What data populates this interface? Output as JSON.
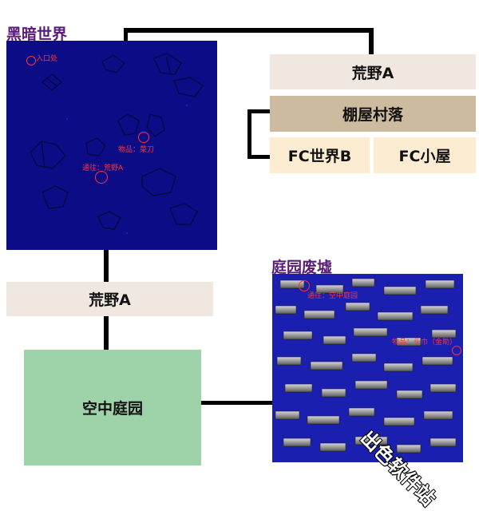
{
  "dark_world": {
    "title": "黑暗世界",
    "labels": {
      "entrance": "入口处",
      "item_chopper": "物品：菜刀",
      "to_wild": "通往：荒野A"
    }
  },
  "nodes": {
    "wild_right": "荒野A",
    "shack_village": "棚屋村落",
    "fc_world_b": "FC世界B",
    "fc_hut": "FC小屋",
    "wild_left": "荒野A",
    "sky_garden": "空中庭园"
  },
  "garden_ruins": {
    "title": "庭园废墟",
    "labels": {
      "to_sky_garden": "通往：空中庭园",
      "item_headscarf": "物品：头巾（金助）"
    }
  },
  "watermark": "出色软件站",
  "colors": {
    "title": "#5a1a7a",
    "dark_map_bg": "#0c0c86",
    "garden_map_bg": "#1b1fb0",
    "node_beige": "#f0e8e0",
    "node_tan": "#cdbb9f",
    "node_cream": "#fbecd2",
    "node_green": "#9ed3aa",
    "marker_red": "#ff3030"
  }
}
